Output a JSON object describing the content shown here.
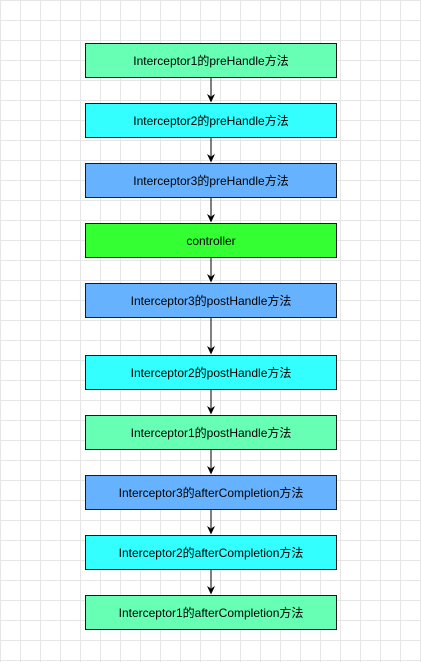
{
  "flowchart": {
    "nodes": [
      {
        "id": "n1",
        "label": "Interceptor1的preHandle方法",
        "fill": "#66ffb3"
      },
      {
        "id": "n2",
        "label": "Interceptor2的preHandle方法",
        "fill": "#33ffff"
      },
      {
        "id": "n3",
        "label": "Interceptor3的preHandle方法",
        "fill": "#66b2ff"
      },
      {
        "id": "n4",
        "label": "controller",
        "fill": "#33ff33"
      },
      {
        "id": "n5",
        "label": "Interceptor3的postHandle方法",
        "fill": "#66b2ff"
      },
      {
        "id": "n6",
        "label": "Interceptor2的postHandle方法",
        "fill": "#33ffff"
      },
      {
        "id": "n7",
        "label": "Interceptor1的postHandle方法",
        "fill": "#66ffb3"
      },
      {
        "id": "n8",
        "label": "Interceptor3的afterCompletion方法",
        "fill": "#66b2ff"
      },
      {
        "id": "n9",
        "label": "Interceptor2的afterCompletion方法",
        "fill": "#33ffff"
      },
      {
        "id": "n10",
        "label": "Interceptor1的afterCompletion方法",
        "fill": "#66ffb3"
      }
    ],
    "edges": [
      {
        "from": "n1",
        "to": "n2"
      },
      {
        "from": "n2",
        "to": "n3"
      },
      {
        "from": "n3",
        "to": "n4"
      },
      {
        "from": "n4",
        "to": "n5"
      },
      {
        "from": "n5",
        "to": "n6"
      },
      {
        "from": "n6",
        "to": "n7"
      },
      {
        "from": "n7",
        "to": "n8"
      },
      {
        "from": "n8",
        "to": "n9"
      },
      {
        "from": "n9",
        "to": "n10"
      }
    ],
    "edge_color": "#000000"
  }
}
